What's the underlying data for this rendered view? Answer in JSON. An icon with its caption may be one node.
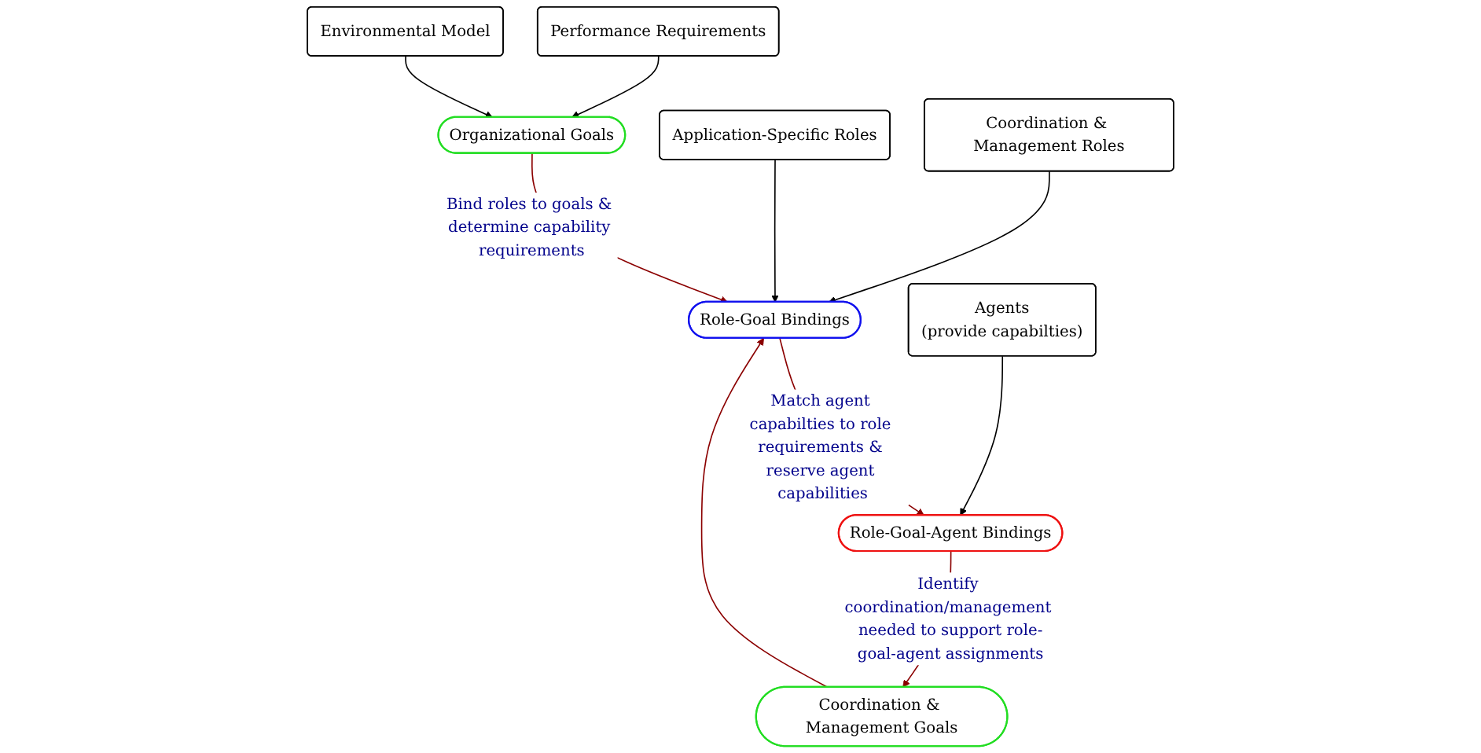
{
  "diagram": {
    "nodes": [
      {
        "text": [
          "Performance Requirements"
        ]
      },
      {
        "text": [
          "Environmental Model"
        ]
      },
      {
        "text": [
          "Organizational Goals"
        ]
      },
      {
        "text": [
          "Coordination & Management Goals"
        ]
      },
      {
        "text": [
          "Application-Specific Roles"
        ]
      },
      {
        "text": [
          "Role-Goal Bindings"
        ]
      },
      {
        "text": [
          "Coordination & Management Roles"
        ]
      },
      {
        "text": [
          "Agents",
          "(provide capabilties)"
        ]
      },
      {
        "text": [
          "Role-Goal-Agent Bindings"
        ]
      }
    ],
    "edges": [
      {
        "from": 0,
        "to": 2,
        "arrow": "to"
      },
      {
        "from": 1,
        "to": 2,
        "arrow": "to"
      },
      {
        "from": 2,
        "to": 5,
        "arrow": "to",
        "label": "Bind roles to goals & determine capability requirements",
        "color": "#8b0000"
      },
      {
        "from": 3,
        "to": 5,
        "arrow": "to",
        "color": "#8b0000"
      },
      {
        "from": 4,
        "to": 5,
        "arrow": "to"
      },
      {
        "from": 6,
        "to": 5,
        "arrow": "to"
      },
      {
        "from": 5,
        "to": 8,
        "arrow": "to",
        "label": "Match agent capabilties to role requirements & reserve agent capabilities",
        "color": "#8b0000"
      },
      {
        "from": 8,
        "to": 3,
        "arrow": "to",
        "label": "Identify coordination/management needed to support role-goal-agent assignments",
        "color": "#8b0000"
      },
      {
        "from": 7,
        "to": 8,
        "arrow": "to"
      }
    ]
  }
}
